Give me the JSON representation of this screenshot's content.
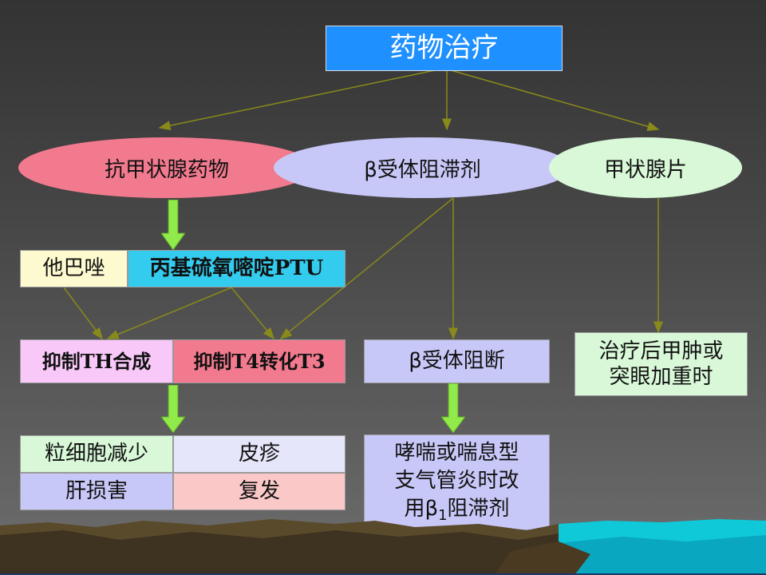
{
  "title": "药物治疗",
  "categories": {
    "antithyroid": "抗甲状腺药物",
    "beta_blocker": "β受体阻滞剂",
    "thyroid_tablet": "甲状腺片"
  },
  "drugs": {
    "tapazole": "他巴唑",
    "ptu": "丙基硫氧嘧啶PTU"
  },
  "mechanisms": {
    "inhibit_th": "抑制TH合成",
    "inhibit_t4": "抑制T4转化T3",
    "beta_block": "β受体阻断",
    "thyroid_use_line1": "治疗后甲肿或",
    "thyroid_use_line2": "突眼加重时"
  },
  "side_effects": {
    "granulocytopenia": "粒细胞减少",
    "rash": "皮疹",
    "liver_damage": "肝损害",
    "relapse": "复发"
  },
  "beta_note": {
    "line1": "哮喘或喘息型",
    "line2": "支气管炎时改",
    "line3_prefix": "用β",
    "line3_sub": "1",
    "line3_suffix": "阻滞剂"
  },
  "colors": {
    "title_box": "#1e90ff",
    "antithyroid": "#f27a8e",
    "beta_blocker": "#c8c8f8",
    "thyroid_tablet": "#d8f8d8",
    "tapazole": "#fdfad0",
    "ptu": "#33ccee",
    "inhibit_th": "#f8c8f8",
    "inhibit_t4": "#f27a8e",
    "connector": "#8a8a1a",
    "fat_arrow": "#8fea4a"
  }
}
